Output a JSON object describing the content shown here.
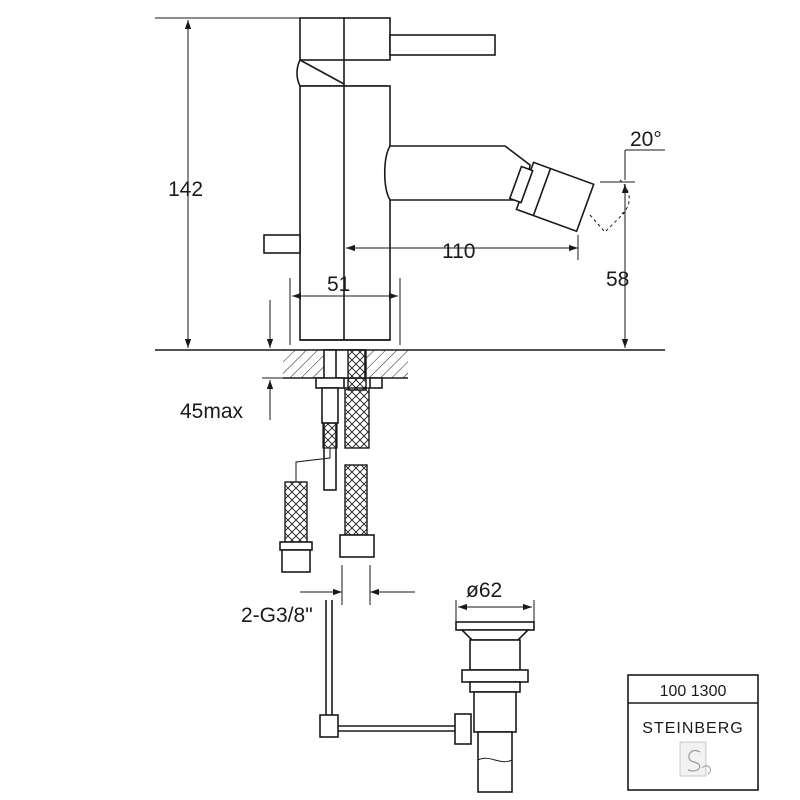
{
  "dimensions": {
    "height_total": "142",
    "spout_reach": "110",
    "body_width": "51",
    "spout_height": "58",
    "angle": "20°",
    "max_thickness": "45max",
    "connection": "2-G3/8\"",
    "waste_diameter": "ø62"
  },
  "title_block": {
    "code": "100 1300",
    "brand": "STEINBERG"
  }
}
